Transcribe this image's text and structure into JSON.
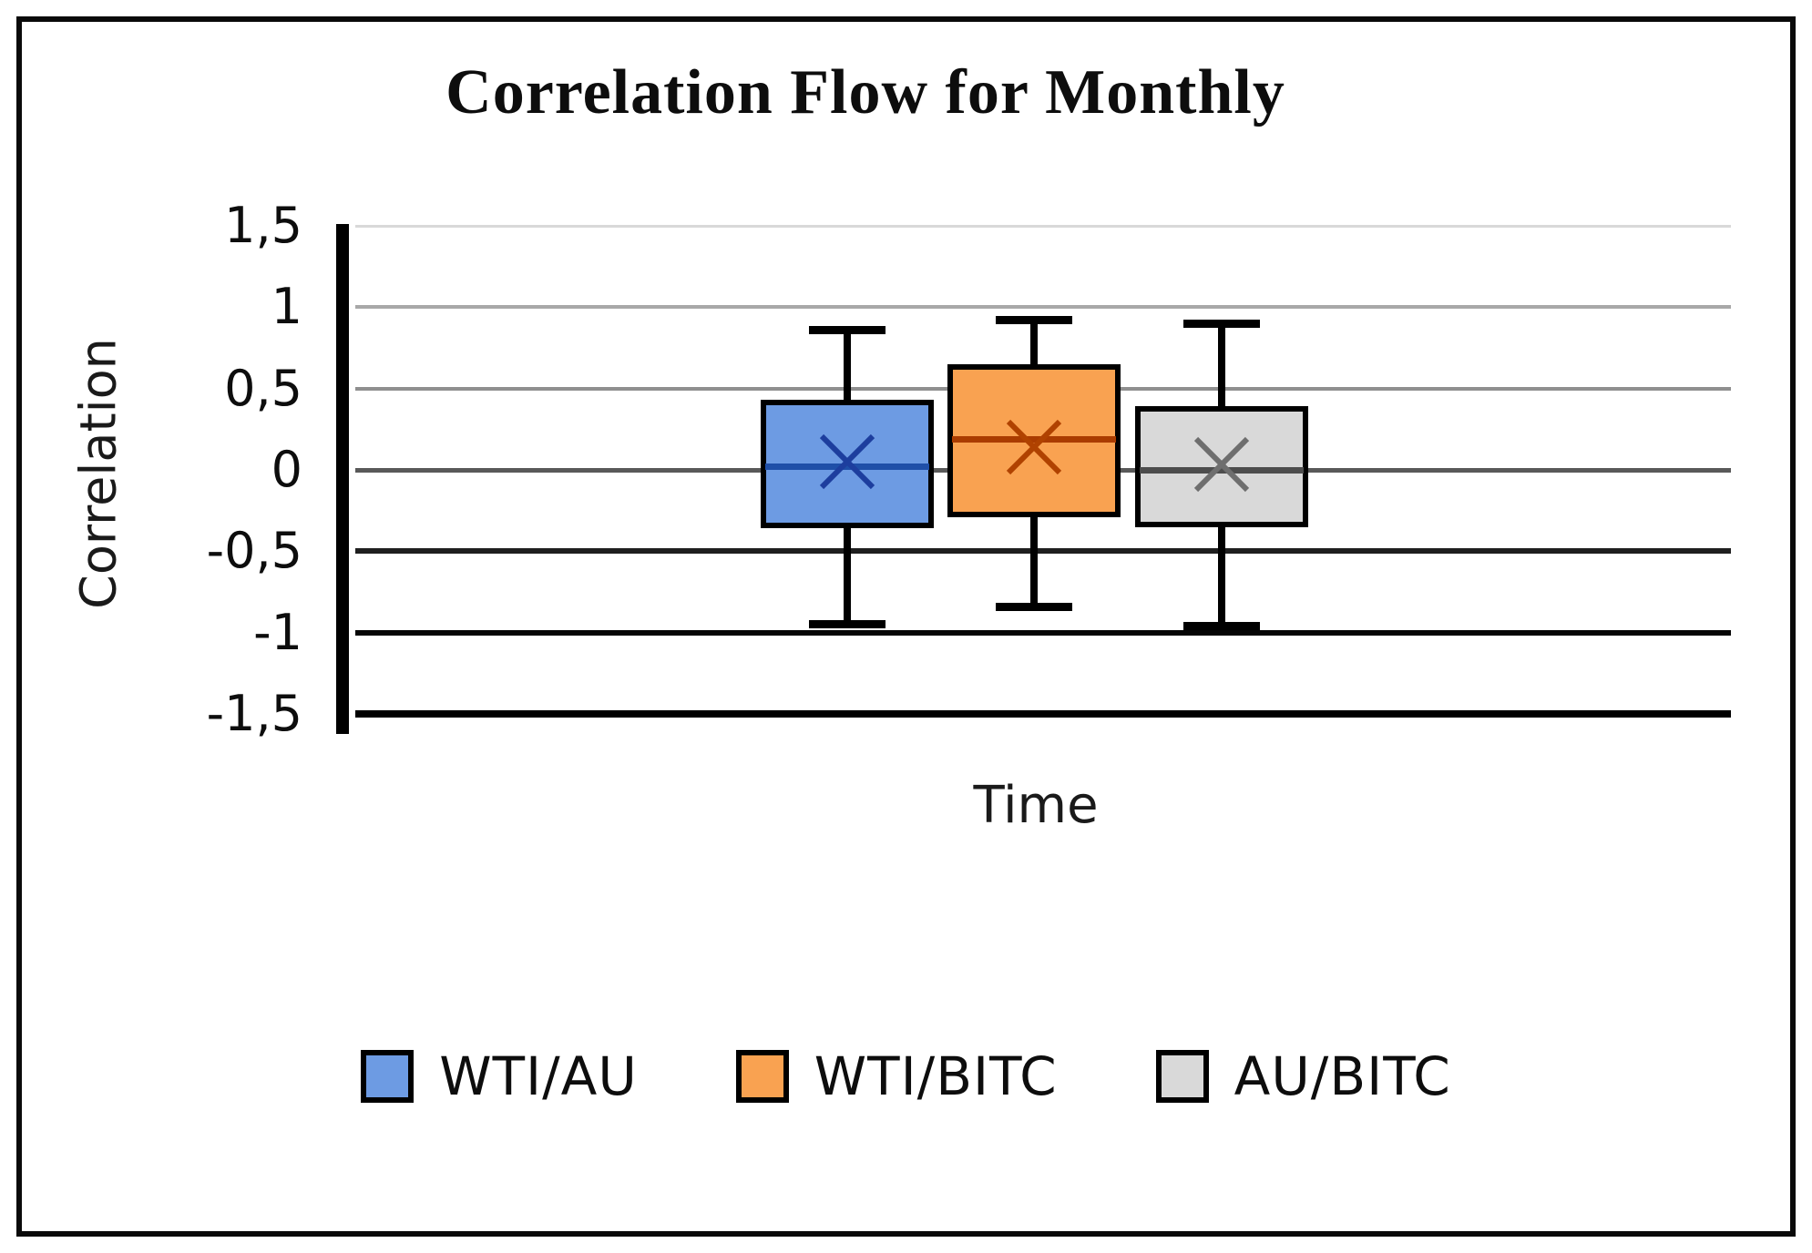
{
  "chart_data": {
    "type": "box",
    "title": "Correlation Flow for Monthly",
    "xlabel": "Time",
    "ylabel": "Correlation",
    "ylim": [
      -1.5,
      1.5
    ],
    "ytick_step": 0.5,
    "grid": true,
    "legend_position": "bottom",
    "decimal_separator": ",",
    "yticks": [
      {
        "label": "1,5",
        "value": 1.5,
        "color": "#d9d9d9",
        "weight": 3
      },
      {
        "label": "1",
        "value": 1.0,
        "color": "#a8a8a8",
        "weight": 4
      },
      {
        "label": "0,5",
        "value": 0.5,
        "color": "#8f8f8f",
        "weight": 4
      },
      {
        "label": "0",
        "value": 0.0,
        "color": "#595959",
        "weight": 5
      },
      {
        "label": "-0,5",
        "value": -0.5,
        "color": "#1f1f1f",
        "weight": 6
      },
      {
        "label": "-1",
        "value": -1.0,
        "color": "#050505",
        "weight": 6
      },
      {
        "label": "-1,5",
        "value": -1.5,
        "color": "#000000",
        "weight": 8
      }
    ],
    "series": [
      {
        "name": "WTI/AU",
        "fill": "#6d9be3",
        "border": "#000000",
        "median_color": "#1f4fa8",
        "mean_color": "#1d3e9e",
        "min": -0.95,
        "q1": -0.36,
        "median": 0.02,
        "q3": 0.43,
        "max": 0.86,
        "mean": 0.04
      },
      {
        "name": "WTI/BITC",
        "fill": "#f9a251",
        "border": "#000000",
        "median_color": "#aa3c00",
        "mean_color": "#b04200",
        "min": -0.84,
        "q1": -0.29,
        "median": 0.19,
        "q3": 0.65,
        "max": 0.92,
        "mean": 0.13
      },
      {
        "name": "AU/BITC",
        "fill": "#d9d9d9",
        "border": "#000000",
        "median_color": "#4d4d4d",
        "mean_color": "#6e6e6e",
        "min": -0.96,
        "q1": -0.35,
        "median": 0.0,
        "q3": 0.39,
        "max": 0.9,
        "mean": 0.02
      }
    ]
  }
}
